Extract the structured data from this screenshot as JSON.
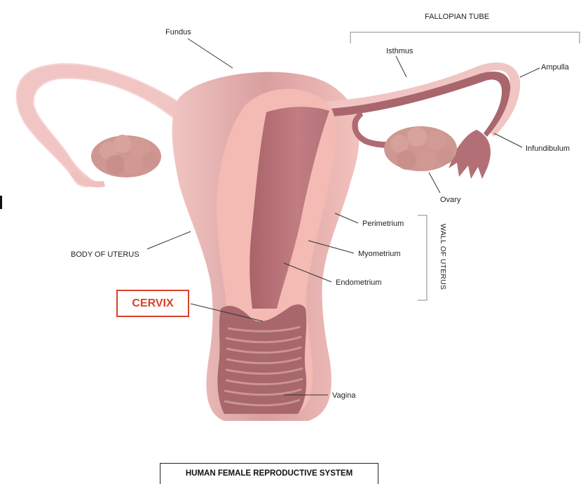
{
  "labels": {
    "fallopian_tube": "FALLOPIAN TUBE",
    "fundus": "Fundus",
    "isthmus": "Isthmus",
    "ampulla": "Ampulla",
    "infundibulum": "Infundibulum",
    "ovary": "Ovary",
    "perimetrium": "Perimetrium",
    "myometrium": "Myometrium",
    "endometrium": "Endometrium",
    "body_of_uterus": "BODY OF UTERUS",
    "wall_of_uterus": "WALL OF UTERUS",
    "cervix": "CERVIX",
    "vagina": "Vagina"
  },
  "title": "HUMAN FEMALE REPRODUCTIVE SYSTEM",
  "colors": {
    "outer_tissue": "#f2c1bd",
    "uterus_body": "#d9a0a0",
    "inner_layer": "#f5b8b3",
    "endometrium": "#b87077",
    "ovary": "#cf9791",
    "cervix_ring": "#a7676b",
    "highlight": "#d9412b"
  }
}
